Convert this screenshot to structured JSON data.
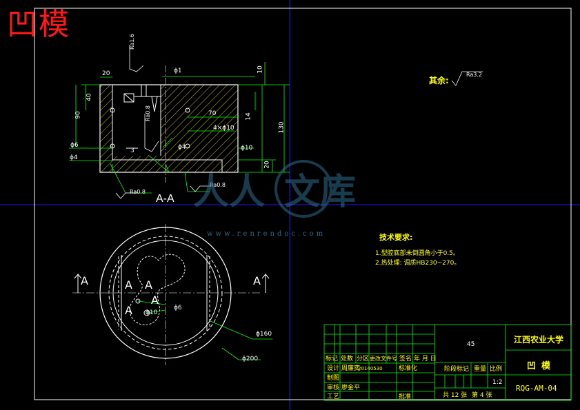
{
  "title": "凹模",
  "roughness": {
    "rest_label": "其余:",
    "rest_value": "Ra3.2",
    "top": "Ra1.6",
    "inner": "Ra0.8",
    "left_bottom": "Ra0.8",
    "bottom": "Ra0.8"
  },
  "dimensions": {
    "d20_top": "20",
    "phi1": "ϕ1",
    "d10": "10",
    "d40": "40",
    "d90": "90",
    "d14": "14",
    "d70": "70",
    "d130": "130",
    "holes": "4×ϕ10",
    "phi4_right": "ϕ4",
    "phi6_left": "ϕ6",
    "phi4_left": "ϕ4",
    "phi10_right": "ϕ10",
    "d3": "3",
    "d20_bottom": "20",
    "phi6_plan": "ϕ6",
    "phi10_plan": "ϕ10",
    "phi160": "ϕ160",
    "phi200": "ϕ200"
  },
  "section": {
    "label": "A-A",
    "left_marker": "A",
    "right_marker": "A",
    "hole_labels": [
      "A",
      "A",
      "A",
      "A"
    ]
  },
  "requirements": {
    "title": "技术要求:",
    "items": [
      "1.型腔底部未倒圆角小于0.5。",
      "2.热处理: 调质HB230~270。"
    ]
  },
  "title_block": {
    "school": "江西农业大学",
    "part_name": "凹模",
    "code": "RQG-AM-04",
    "material": "45",
    "scale": "1:2",
    "sheets_total": "共 12 张",
    "sheet_no": "第 4 张",
    "headers": [
      "标记",
      "处数",
      "分区",
      "更改文件号",
      "签名",
      "年 月 日"
    ],
    "design_label": "设计",
    "designer": "周廉奕",
    "date": "20140530",
    "standard_label": "标准化",
    "check_label": "审核",
    "reviewer": "廖金平",
    "craft_label": "工艺",
    "approve_label": "批准",
    "stage_label": "阶段标记",
    "weight_label": "重量",
    "scale_label": "比例",
    "drawn_label": "制图"
  },
  "watermark": {
    "brand": "人人文库",
    "url": "www.renrendoc.com"
  }
}
